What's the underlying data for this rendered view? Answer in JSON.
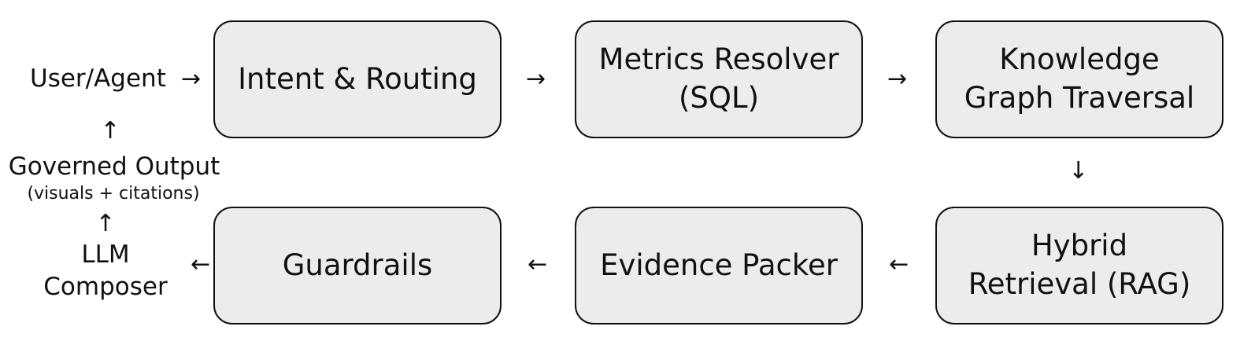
{
  "entry": {
    "text": "User/Agent",
    "arrow": "→"
  },
  "nodes": {
    "intent": {
      "label": "Intent & Routing"
    },
    "metrics": {
      "label_line1": "Metrics Resolver",
      "label_line2": "(SQL)"
    },
    "knowledge": {
      "label_line1": "Knowledge",
      "label_line2": "Graph Traversal"
    },
    "hybrid": {
      "label_line1": "Hybrid",
      "label_line2": "Retrieval (RAG)"
    },
    "evidence": {
      "label": "Evidence Packer"
    },
    "guardrails": {
      "label": "Guardrails"
    }
  },
  "output": {
    "title": "Governed Output",
    "subtitle": "(visuals + citations)"
  },
  "composer": {
    "line1": "LLM",
    "line2": "Composer"
  },
  "arrows": {
    "right": "→",
    "left": "←",
    "down": "↓",
    "up": "↑"
  }
}
